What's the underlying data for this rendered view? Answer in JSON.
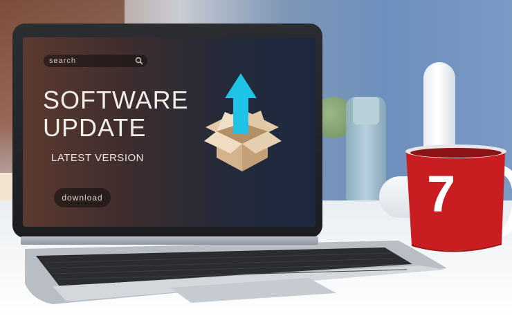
{
  "screen": {
    "search": {
      "placeholder": "search"
    },
    "title_line1": "SOFTWARE",
    "title_line2": "UPDATE",
    "subtitle": "LATEST VERSION",
    "download_label": "download"
  },
  "mug": {
    "number": "7"
  },
  "colors": {
    "screen_left": "#5c3a2f",
    "screen_right": "#1d2840",
    "arrow": "#1ec3e6",
    "mug": "#c81e22"
  },
  "icons": [
    "search-icon",
    "open-box-icon",
    "upload-arrow-icon"
  ]
}
